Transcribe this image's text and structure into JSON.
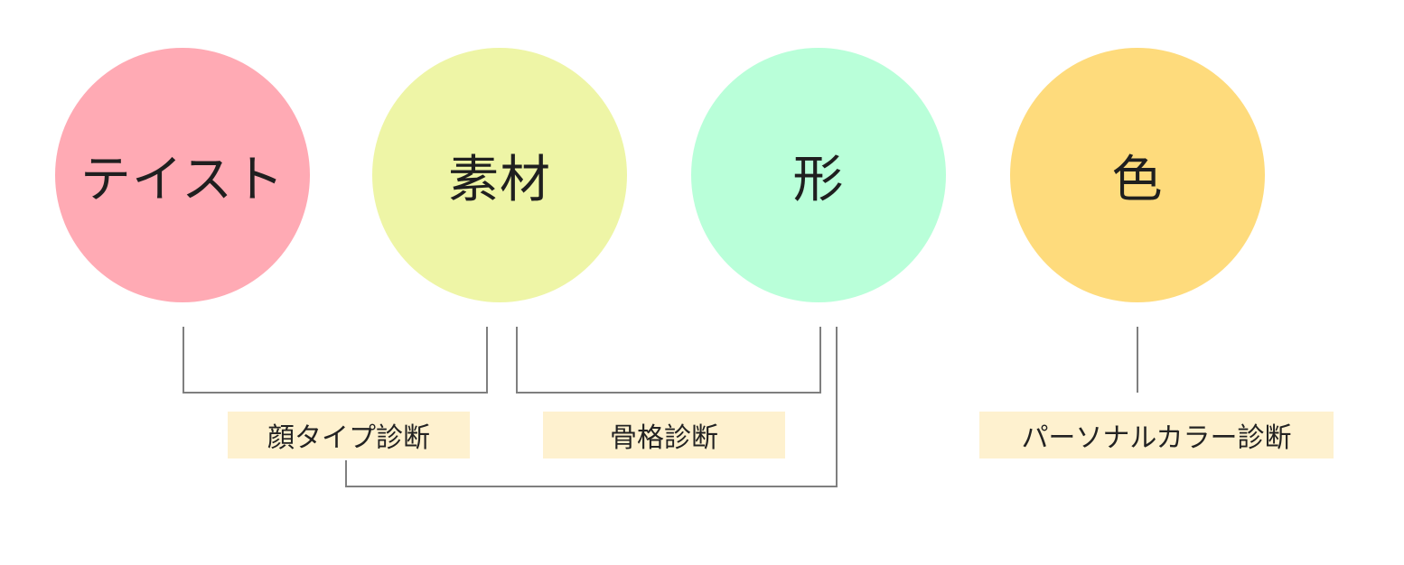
{
  "circles": [
    {
      "label": "テイスト",
      "color": "#ffaab4"
    },
    {
      "label": "素材",
      "color": "#eef5a6"
    },
    {
      "label": "形",
      "color": "#b9ffd9"
    },
    {
      "label": "色",
      "color": "#fedb7c"
    }
  ],
  "diagnoses": [
    {
      "label": "顔タイプ診断",
      "color": "#fef1cf"
    },
    {
      "label": "骨格診断",
      "color": "#fef1cf"
    },
    {
      "label": "パーソナルカラー診断",
      "color": "#fef1cf"
    }
  ],
  "connector_color": "#7f7f7f"
}
